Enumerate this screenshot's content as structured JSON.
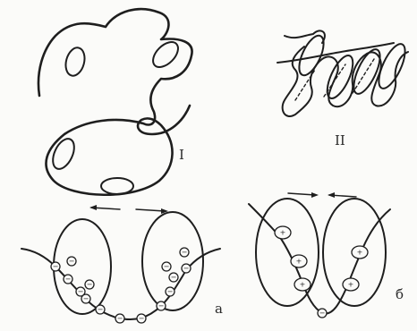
{
  "labels": {
    "panel_one": "I",
    "panel_two": "II",
    "panel_a": "a",
    "panel_b": "б"
  },
  "charges": {
    "positive": "+",
    "negative": "−"
  }
}
